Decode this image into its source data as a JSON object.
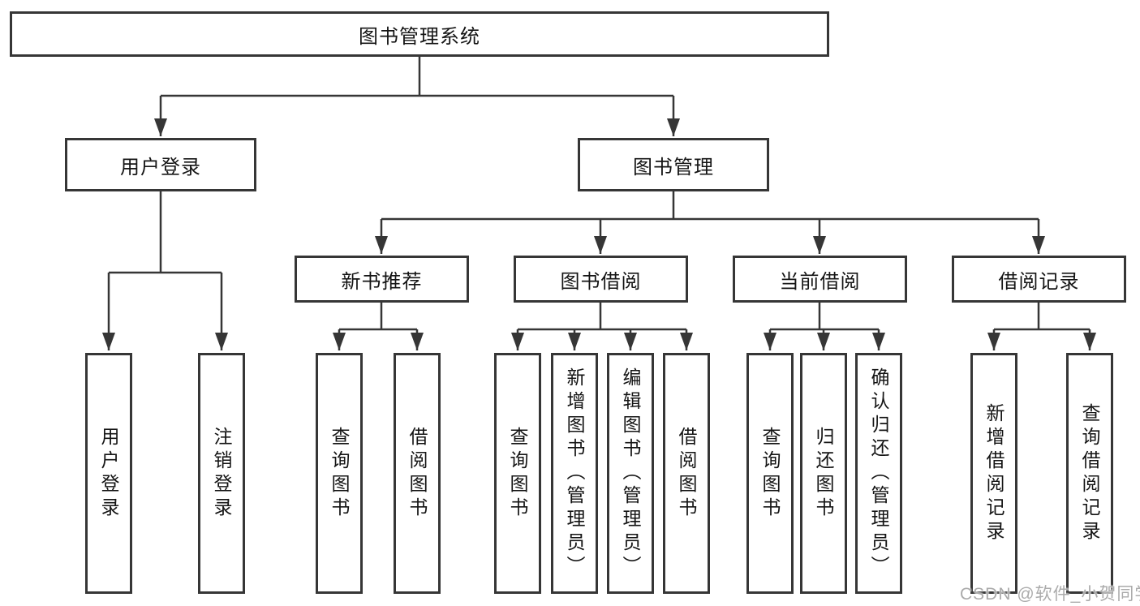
{
  "tree": {
    "root": {
      "label": "图书管理系统"
    },
    "children": [
      {
        "label": "用户登录",
        "leaves": [
          {
            "label": "用户登录"
          },
          {
            "label": "注销登录"
          }
        ]
      },
      {
        "label": "图书管理",
        "children": [
          {
            "label": "新书推荐",
            "leaves": [
              {
                "label": "查询图书"
              },
              {
                "label": "借阅图书"
              }
            ]
          },
          {
            "label": "图书借阅",
            "leaves": [
              {
                "label": "查询图书"
              },
              {
                "label": "新增图书（管理员）"
              },
              {
                "label": "编辑图书（管理员）"
              },
              {
                "label": "借阅图书"
              }
            ]
          },
          {
            "label": "当前借阅",
            "leaves": [
              {
                "label": "查询图书"
              },
              {
                "label": "归还图书"
              },
              {
                "label": "确认归还（管理员）"
              }
            ]
          },
          {
            "label": "借阅记录",
            "leaves": [
              {
                "label": "新增借阅记录"
              },
              {
                "label": "查询借阅记录"
              }
            ]
          }
        ]
      }
    ]
  },
  "watermark": "CSDN @软件_小贺同学",
  "colors": {
    "line": "#363636",
    "border": "#363636",
    "text": "#141414",
    "watermark": "#ababab",
    "background": "#ffffff"
  }
}
